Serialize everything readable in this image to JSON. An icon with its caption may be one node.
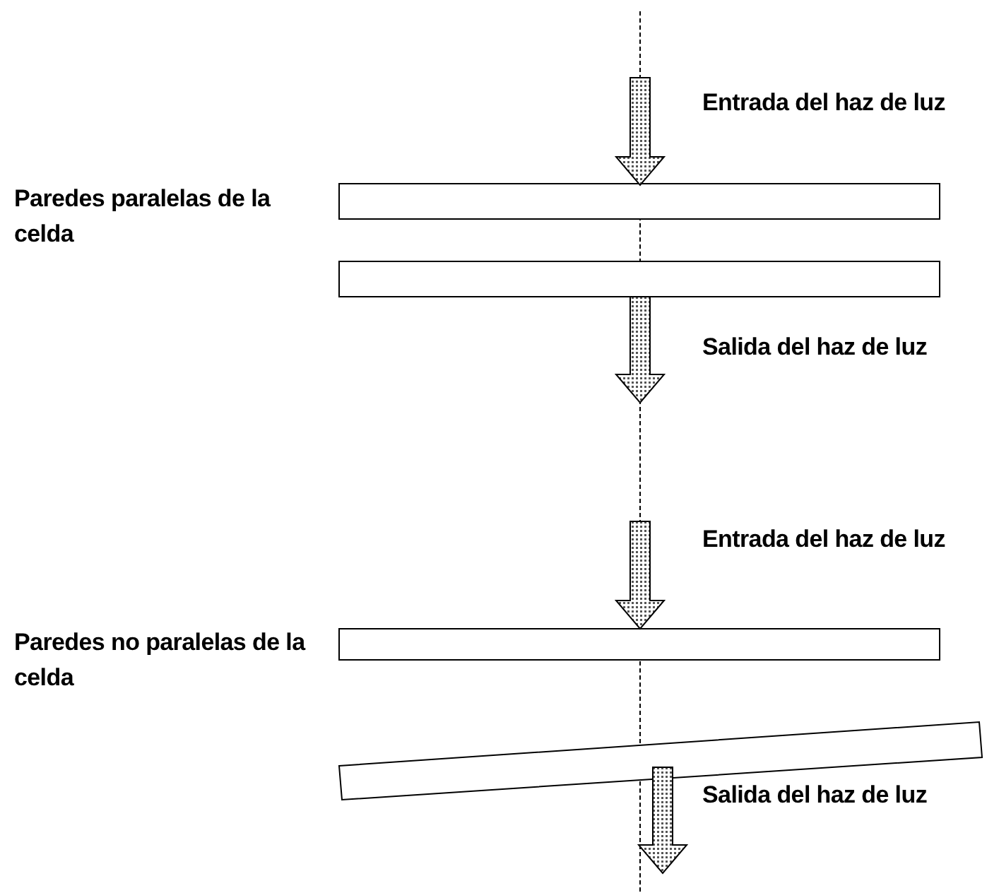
{
  "diagram": {
    "labels": [
      "Entrada del haz de luz",
      "Paredes paralelas de la celda",
      "Salida del haz de luz",
      "Entrada del haz de luz",
      "Paredes no paralelas de la celda",
      "Salida del haz de luz"
    ]
  }
}
